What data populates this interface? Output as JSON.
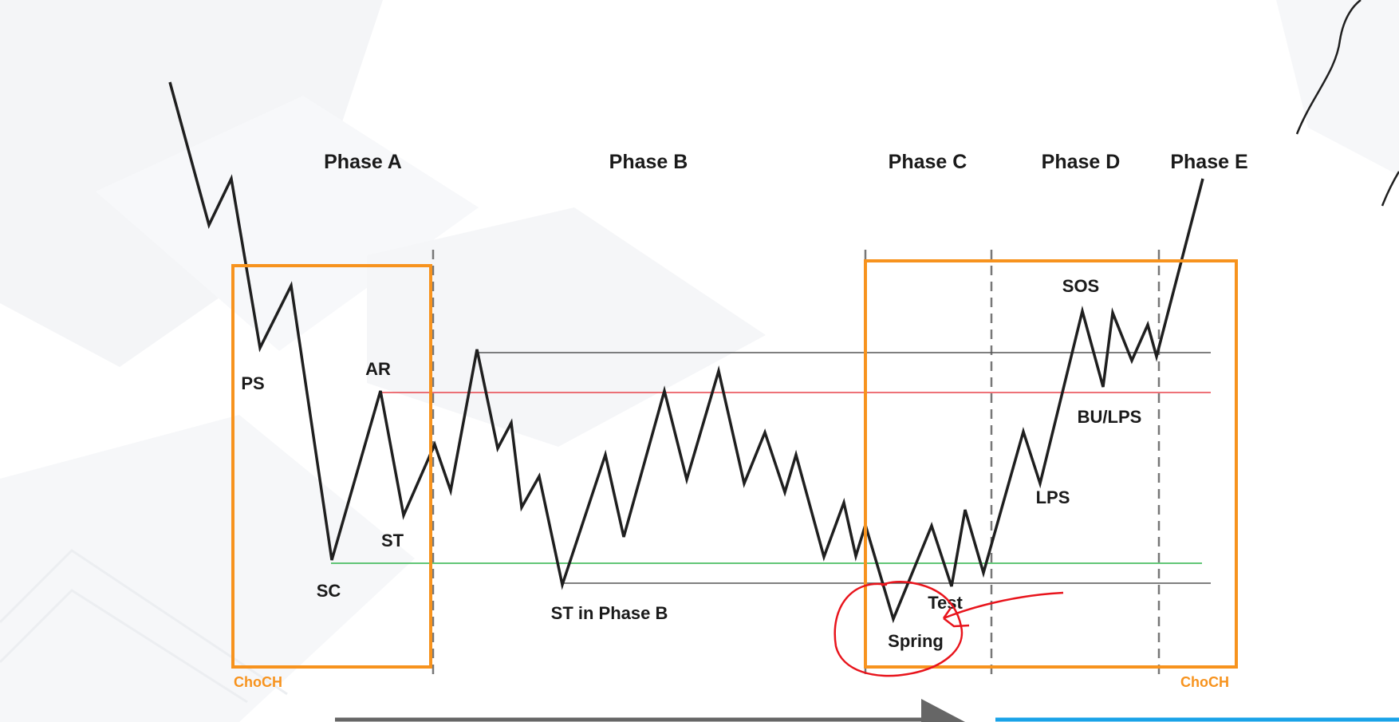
{
  "phases": [
    {
      "label": "Phase A"
    },
    {
      "label": "Phase B"
    },
    {
      "label": "Phase C"
    },
    {
      "label": "Phase D"
    },
    {
      "label": "Phase E"
    }
  ],
  "events": {
    "ps": "PS",
    "ar": "AR",
    "sc": "SC",
    "st": "ST",
    "st_in_phase_b": "ST in Phase B",
    "spring": "Spring",
    "test": "Test",
    "lps": "LPS",
    "sos": "SOS",
    "bu_lps": "BU/LPS"
  },
  "choch": {
    "left": "ChoCH",
    "right": "ChoCH"
  },
  "colors": {
    "price_line": "#1f1f1f",
    "box": "#f7931e",
    "choch_text": "#f7931e",
    "resistance_red": "#e8434b",
    "support_green": "#2eb34a",
    "range_gray": "#555555",
    "divider": "#777777",
    "annotation": "#e8141c",
    "arrow_gray": "#666666",
    "arrow_blue": "#1aa3e8"
  }
}
